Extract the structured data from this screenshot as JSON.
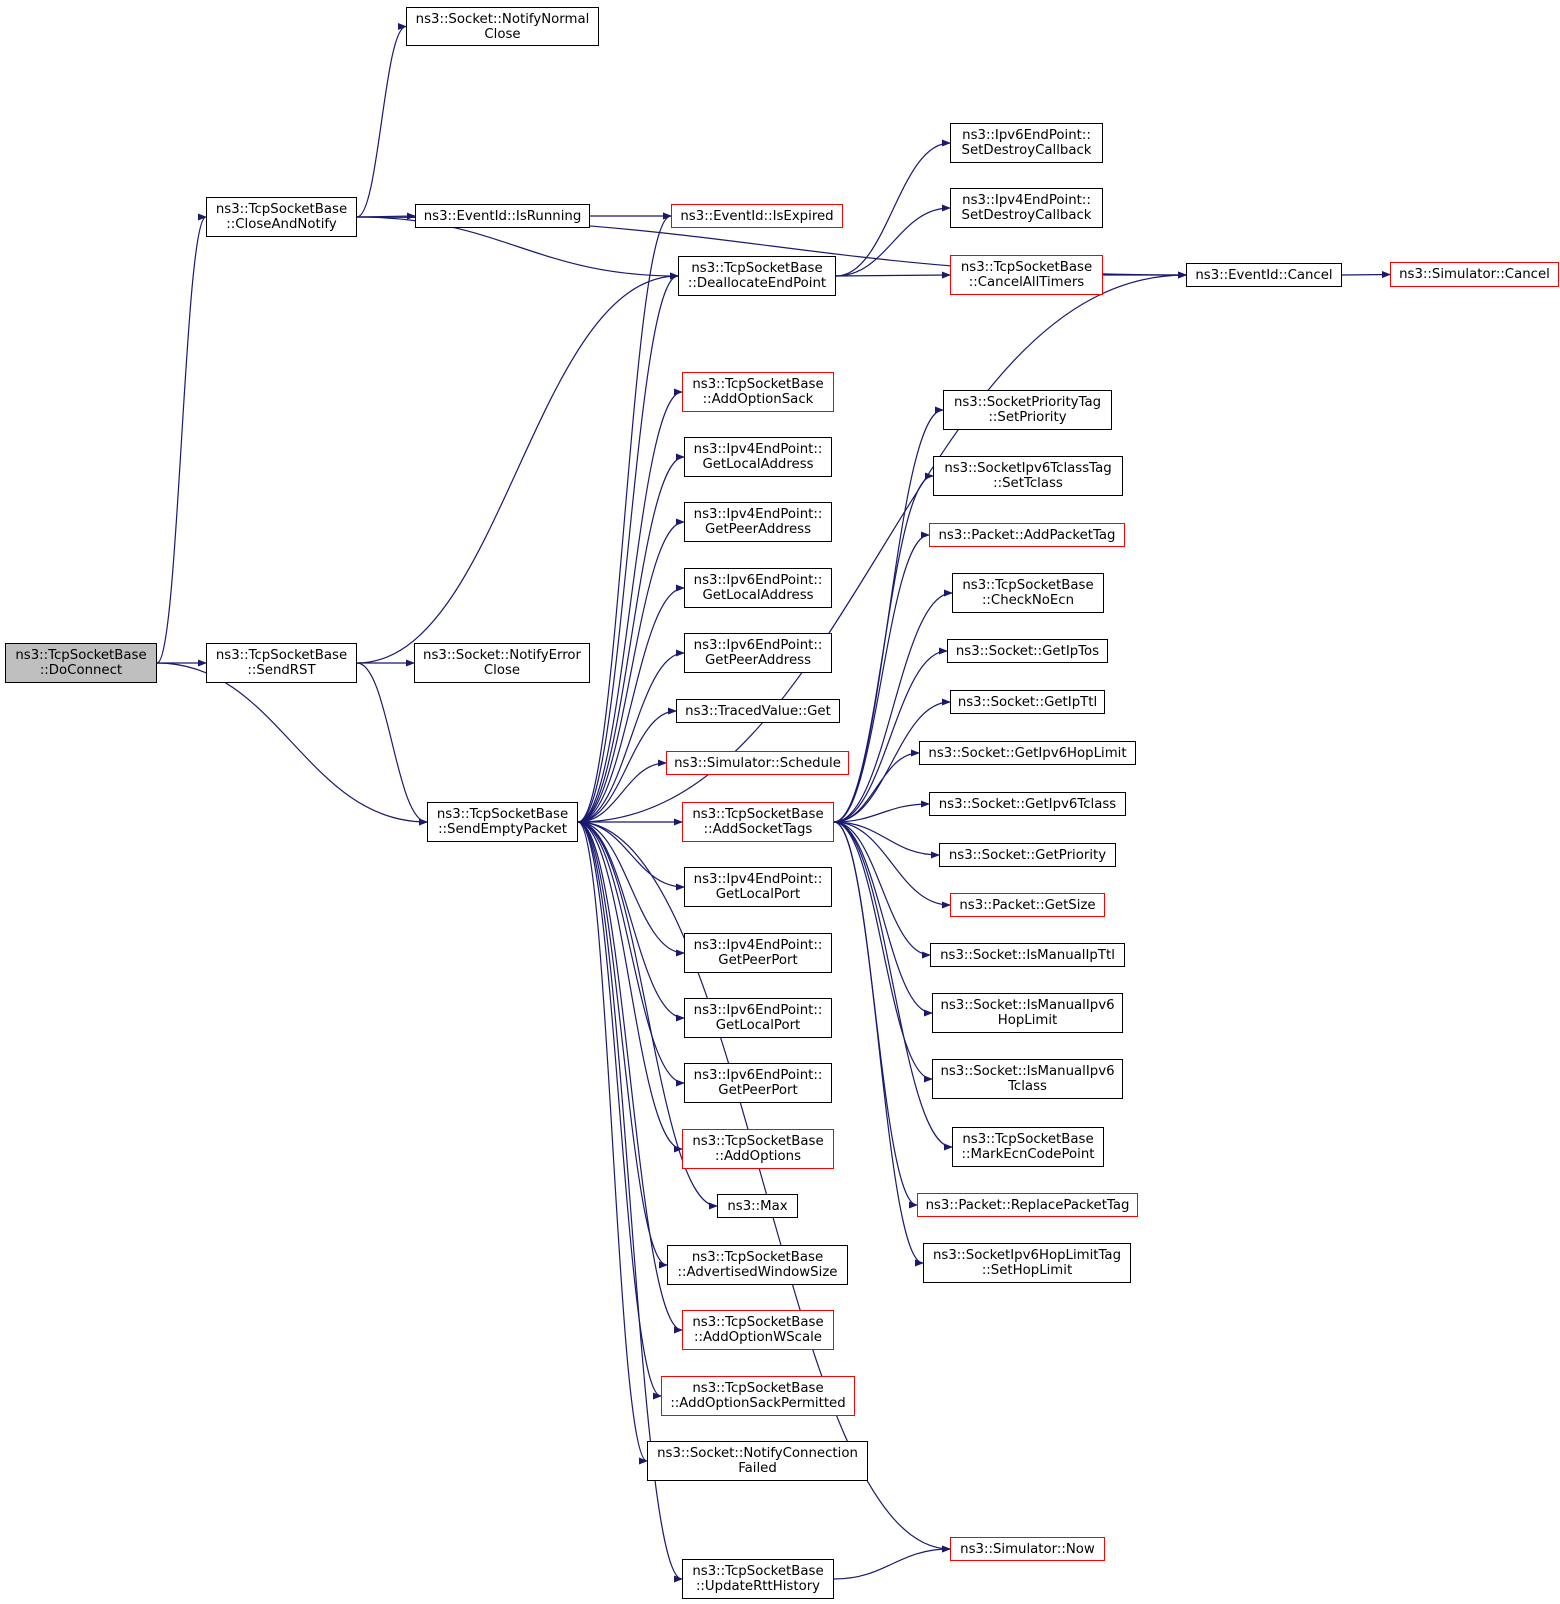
{
  "title": "",
  "colors": {
    "edge": "#191970",
    "normal_border": "#000000",
    "truncated_border": "#ff0000",
    "root_fill": "#bfbfbf"
  },
  "nodes": {
    "n_doconnect": {
      "lines": [
        "ns3::TcpSocketBase",
        "::DoConnect"
      ],
      "style": "root"
    },
    "n_closenotify": {
      "lines": [
        "ns3::TcpSocketBase",
        "::CloseAndNotify"
      ],
      "style": "normal"
    },
    "n_sendrst": {
      "lines": [
        "ns3::TcpSocketBase",
        "::SendRST"
      ],
      "style": "normal"
    },
    "n_sendempty": {
      "lines": [
        "ns3::TcpSocketBase",
        "::SendEmptyPacket"
      ],
      "style": "normal"
    },
    "n_notifynormal": {
      "lines": [
        "ns3::Socket::NotifyNormal",
        "Close"
      ],
      "style": "normal"
    },
    "n_isrunning": {
      "lines": [
        "ns3::EventId::IsRunning"
      ],
      "style": "normal"
    },
    "n_notifyerror": {
      "lines": [
        "ns3::Socket::NotifyError",
        "Close"
      ],
      "style": "normal"
    },
    "n_isexpired": {
      "lines": [
        "ns3::EventId::IsExpired"
      ],
      "style": "red"
    },
    "n_dealloc": {
      "lines": [
        "ns3::TcpSocketBase",
        "::DeallocateEndPoint"
      ],
      "style": "normal"
    },
    "n_addoptsack": {
      "lines": [
        "ns3::TcpSocketBase",
        "::AddOptionSack"
      ],
      "style": "red"
    },
    "n_ip4localaddr": {
      "lines": [
        "ns3::Ipv4EndPoint::",
        "GetLocalAddress"
      ],
      "style": "normal"
    },
    "n_ip4peeraddr": {
      "lines": [
        "ns3::Ipv4EndPoint::",
        "GetPeerAddress"
      ],
      "style": "normal"
    },
    "n_ip6localaddr": {
      "lines": [
        "ns3::Ipv6EndPoint::",
        "GetLocalAddress"
      ],
      "style": "normal"
    },
    "n_ip6peeraddr": {
      "lines": [
        "ns3::Ipv6EndPoint::",
        "GetPeerAddress"
      ],
      "style": "normal"
    },
    "n_tracedget": {
      "lines": [
        "ns3::TracedValue::Get"
      ],
      "style": "normal"
    },
    "n_schedule": {
      "lines": [
        "ns3::Simulator::Schedule"
      ],
      "style": "red"
    },
    "n_addsockettags": {
      "lines": [
        "ns3::TcpSocketBase",
        "::AddSocketTags"
      ],
      "style": "red"
    },
    "n_ip4localport": {
      "lines": [
        "ns3::Ipv4EndPoint::",
        "GetLocalPort"
      ],
      "style": "normal"
    },
    "n_ip4peerport": {
      "lines": [
        "ns3::Ipv4EndPoint::",
        "GetPeerPort"
      ],
      "style": "normal"
    },
    "n_ip6localport": {
      "lines": [
        "ns3::Ipv6EndPoint::",
        "GetLocalPort"
      ],
      "style": "normal"
    },
    "n_ip6peerport": {
      "lines": [
        "ns3::Ipv6EndPoint::",
        "GetPeerPort"
      ],
      "style": "normal"
    },
    "n_addoptions": {
      "lines": [
        "ns3::TcpSocketBase",
        "::AddOptions"
      ],
      "style": "red"
    },
    "n_max": {
      "lines": [
        "ns3::Max"
      ],
      "style": "normal"
    },
    "n_advwin": {
      "lines": [
        "ns3::TcpSocketBase",
        "::AdvertisedWindowSize"
      ],
      "style": "normal"
    },
    "n_addoptwscale": {
      "lines": [
        "ns3::TcpSocketBase",
        "::AddOptionWScale"
      ],
      "style": "red"
    },
    "n_addoptsackperm": {
      "lines": [
        "ns3::TcpSocketBase",
        "::AddOptionSackPermitted"
      ],
      "style": "red"
    },
    "n_notifyconnfail": {
      "lines": [
        "ns3::Socket::NotifyConnection",
        "Failed"
      ],
      "style": "normal"
    },
    "n_updatertt": {
      "lines": [
        "ns3::TcpSocketBase",
        "::UpdateRttHistory"
      ],
      "style": "normal"
    },
    "n_ip6setdestroy": {
      "lines": [
        "ns3::Ipv6EndPoint::",
        "SetDestroyCallback"
      ],
      "style": "normal"
    },
    "n_ip4setdestroy": {
      "lines": [
        "ns3::Ipv4EndPoint::",
        "SetDestroyCallback"
      ],
      "style": "normal"
    },
    "n_cancelalltimers": {
      "lines": [
        "ns3::TcpSocketBase",
        "::CancelAllTimers"
      ],
      "style": "red"
    },
    "n_eventcancel": {
      "lines": [
        "ns3::EventId::Cancel"
      ],
      "style": "normal"
    },
    "n_simcancel": {
      "lines": [
        "ns3::Simulator::Cancel"
      ],
      "style": "red"
    },
    "n_setpriority": {
      "lines": [
        "ns3::SocketPriorityTag",
        "::SetPriority"
      ],
      "style": "normal"
    },
    "n_settclass": {
      "lines": [
        "ns3::SocketIpv6TclassTag",
        "::SetTclass"
      ],
      "style": "normal"
    },
    "n_addpackettag": {
      "lines": [
        "ns3::Packet::AddPacketTag"
      ],
      "style": "red"
    },
    "n_checknoecn": {
      "lines": [
        "ns3::TcpSocketBase",
        "::CheckNoEcn"
      ],
      "style": "normal"
    },
    "n_getiptos": {
      "lines": [
        "ns3::Socket::GetIpTos"
      ],
      "style": "normal"
    },
    "n_getipttl": {
      "lines": [
        "ns3::Socket::GetIpTtl"
      ],
      "style": "normal"
    },
    "n_getipv6hop": {
      "lines": [
        "ns3::Socket::GetIpv6HopLimit"
      ],
      "style": "normal"
    },
    "n_getipv6tclass": {
      "lines": [
        "ns3::Socket::GetIpv6Tclass"
      ],
      "style": "normal"
    },
    "n_getpriority": {
      "lines": [
        "ns3::Socket::GetPriority"
      ],
      "style": "normal"
    },
    "n_getsize": {
      "lines": [
        "ns3::Packet::GetSize"
      ],
      "style": "red"
    },
    "n_ismanualipttl": {
      "lines": [
        "ns3::Socket::IsManualIpTtl"
      ],
      "style": "normal"
    },
    "n_ismanualhop": {
      "lines": [
        "ns3::Socket::IsManualIpv6",
        "HopLimit"
      ],
      "style": "normal"
    },
    "n_ismanualtclass": {
      "lines": [
        "ns3::Socket::IsManualIpv6",
        "Tclass"
      ],
      "style": "normal"
    },
    "n_markecn": {
      "lines": [
        "ns3::TcpSocketBase",
        "::MarkEcnCodePoint"
      ],
      "style": "normal"
    },
    "n_replacetag": {
      "lines": [
        "ns3::Packet::ReplacePacketTag"
      ],
      "style": "red"
    },
    "n_sethoplimit": {
      "lines": [
        "ns3::SocketIpv6HopLimitTag",
        "::SetHopLimit"
      ],
      "style": "normal"
    },
    "n_simnow": {
      "lines": [
        "ns3::Simulator::Now"
      ],
      "style": "red"
    }
  },
  "edges": [
    [
      "n_doconnect",
      "n_closenotify"
    ],
    [
      "n_doconnect",
      "n_sendrst"
    ],
    [
      "n_doconnect",
      "n_sendempty"
    ],
    [
      "n_closenotify",
      "n_notifynormal"
    ],
    [
      "n_closenotify",
      "n_eventcancel"
    ],
    [
      "n_closenotify",
      "n_isrunning"
    ],
    [
      "n_closenotify",
      "n_dealloc"
    ],
    [
      "n_isrunning",
      "n_isexpired"
    ],
    [
      "n_sendrst",
      "n_dealloc"
    ],
    [
      "n_sendrst",
      "n_notifyerror"
    ],
    [
      "n_sendrst",
      "n_sendempty"
    ],
    [
      "n_dealloc",
      "n_ip6setdestroy"
    ],
    [
      "n_dealloc",
      "n_ip4setdestroy"
    ],
    [
      "n_dealloc",
      "n_cancelalltimers"
    ],
    [
      "n_cancelalltimers",
      "n_eventcancel"
    ],
    [
      "n_eventcancel",
      "n_simcancel"
    ],
    [
      "n_sendempty",
      "n_isexpired"
    ],
    [
      "n_sendempty",
      "n_dealloc"
    ],
    [
      "n_sendempty",
      "n_eventcancel"
    ],
    [
      "n_sendempty",
      "n_addoptsack"
    ],
    [
      "n_sendempty",
      "n_ip4localaddr"
    ],
    [
      "n_sendempty",
      "n_ip4peeraddr"
    ],
    [
      "n_sendempty",
      "n_ip6localaddr"
    ],
    [
      "n_sendempty",
      "n_ip6peeraddr"
    ],
    [
      "n_sendempty",
      "n_tracedget"
    ],
    [
      "n_sendempty",
      "n_schedule"
    ],
    [
      "n_sendempty",
      "n_addsockettags"
    ],
    [
      "n_sendempty",
      "n_ip4localport"
    ],
    [
      "n_sendempty",
      "n_ip4peerport"
    ],
    [
      "n_sendempty",
      "n_ip6localport"
    ],
    [
      "n_sendempty",
      "n_ip6peerport"
    ],
    [
      "n_sendempty",
      "n_addoptions"
    ],
    [
      "n_sendempty",
      "n_max"
    ],
    [
      "n_sendempty",
      "n_advwin"
    ],
    [
      "n_sendempty",
      "n_addoptwscale"
    ],
    [
      "n_sendempty",
      "n_addoptsackperm"
    ],
    [
      "n_sendempty",
      "n_notifyconnfail"
    ],
    [
      "n_sendempty",
      "n_simnow"
    ],
    [
      "n_sendempty",
      "n_updatertt"
    ],
    [
      "n_updatertt",
      "n_simnow"
    ],
    [
      "n_addsockettags",
      "n_setpriority"
    ],
    [
      "n_addsockettags",
      "n_settclass"
    ],
    [
      "n_addsockettags",
      "n_addpackettag"
    ],
    [
      "n_addsockettags",
      "n_checknoecn"
    ],
    [
      "n_addsockettags",
      "n_getiptos"
    ],
    [
      "n_addsockettags",
      "n_getipttl"
    ],
    [
      "n_addsockettags",
      "n_getipv6hop"
    ],
    [
      "n_addsockettags",
      "n_getipv6tclass"
    ],
    [
      "n_addsockettags",
      "n_getpriority"
    ],
    [
      "n_addsockettags",
      "n_getsize"
    ],
    [
      "n_addsockettags",
      "n_ismanualipttl"
    ],
    [
      "n_addsockettags",
      "n_ismanualhop"
    ],
    [
      "n_addsockettags",
      "n_ismanualtclass"
    ],
    [
      "n_addsockettags",
      "n_markecn"
    ],
    [
      "n_addsockettags",
      "n_replacetag"
    ],
    [
      "n_addsockettags",
      "n_sethoplimit"
    ]
  ]
}
